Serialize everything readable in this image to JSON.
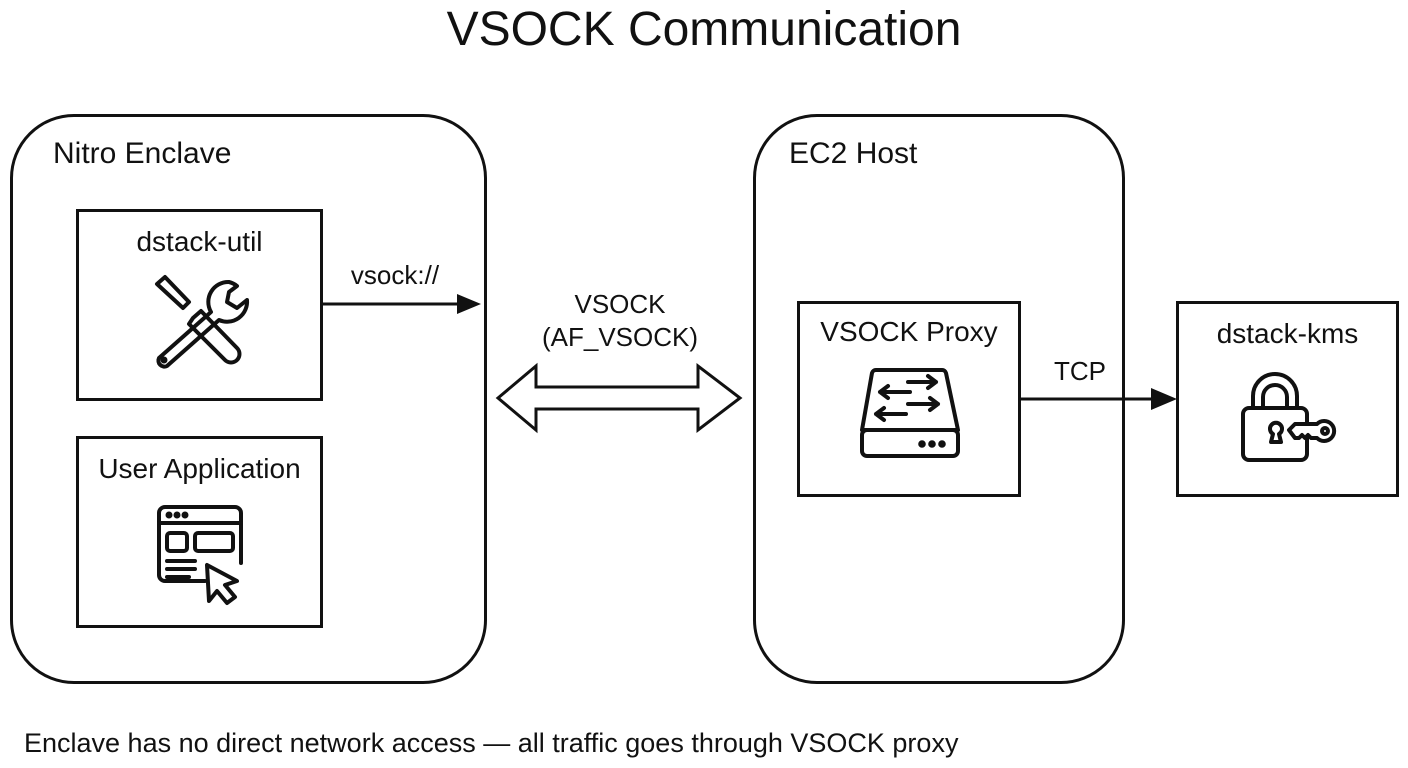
{
  "title": "VSOCK Communication",
  "containers": {
    "enclave": {
      "label": "Nitro Enclave"
    },
    "host": {
      "label": "EC2 Host"
    }
  },
  "nodes": {
    "dstack_util": {
      "label": "dstack-util",
      "icon": "tools-icon"
    },
    "user_app": {
      "label": "User Application",
      "icon": "app-window-icon"
    },
    "vsock_proxy": {
      "label": "VSOCK Proxy",
      "icon": "network-switch-icon"
    },
    "dstack_kms": {
      "label": "dstack-kms",
      "icon": "lock-key-icon"
    }
  },
  "edges": {
    "util_to_vsock": {
      "label": "vsock://"
    },
    "vsock_channel": {
      "label_line1": "VSOCK",
      "label_line2": "(AF_VSOCK)"
    },
    "proxy_to_kms": {
      "label": "TCP"
    }
  },
  "footnote": "Enclave has no direct network access — all traffic goes through VSOCK proxy"
}
